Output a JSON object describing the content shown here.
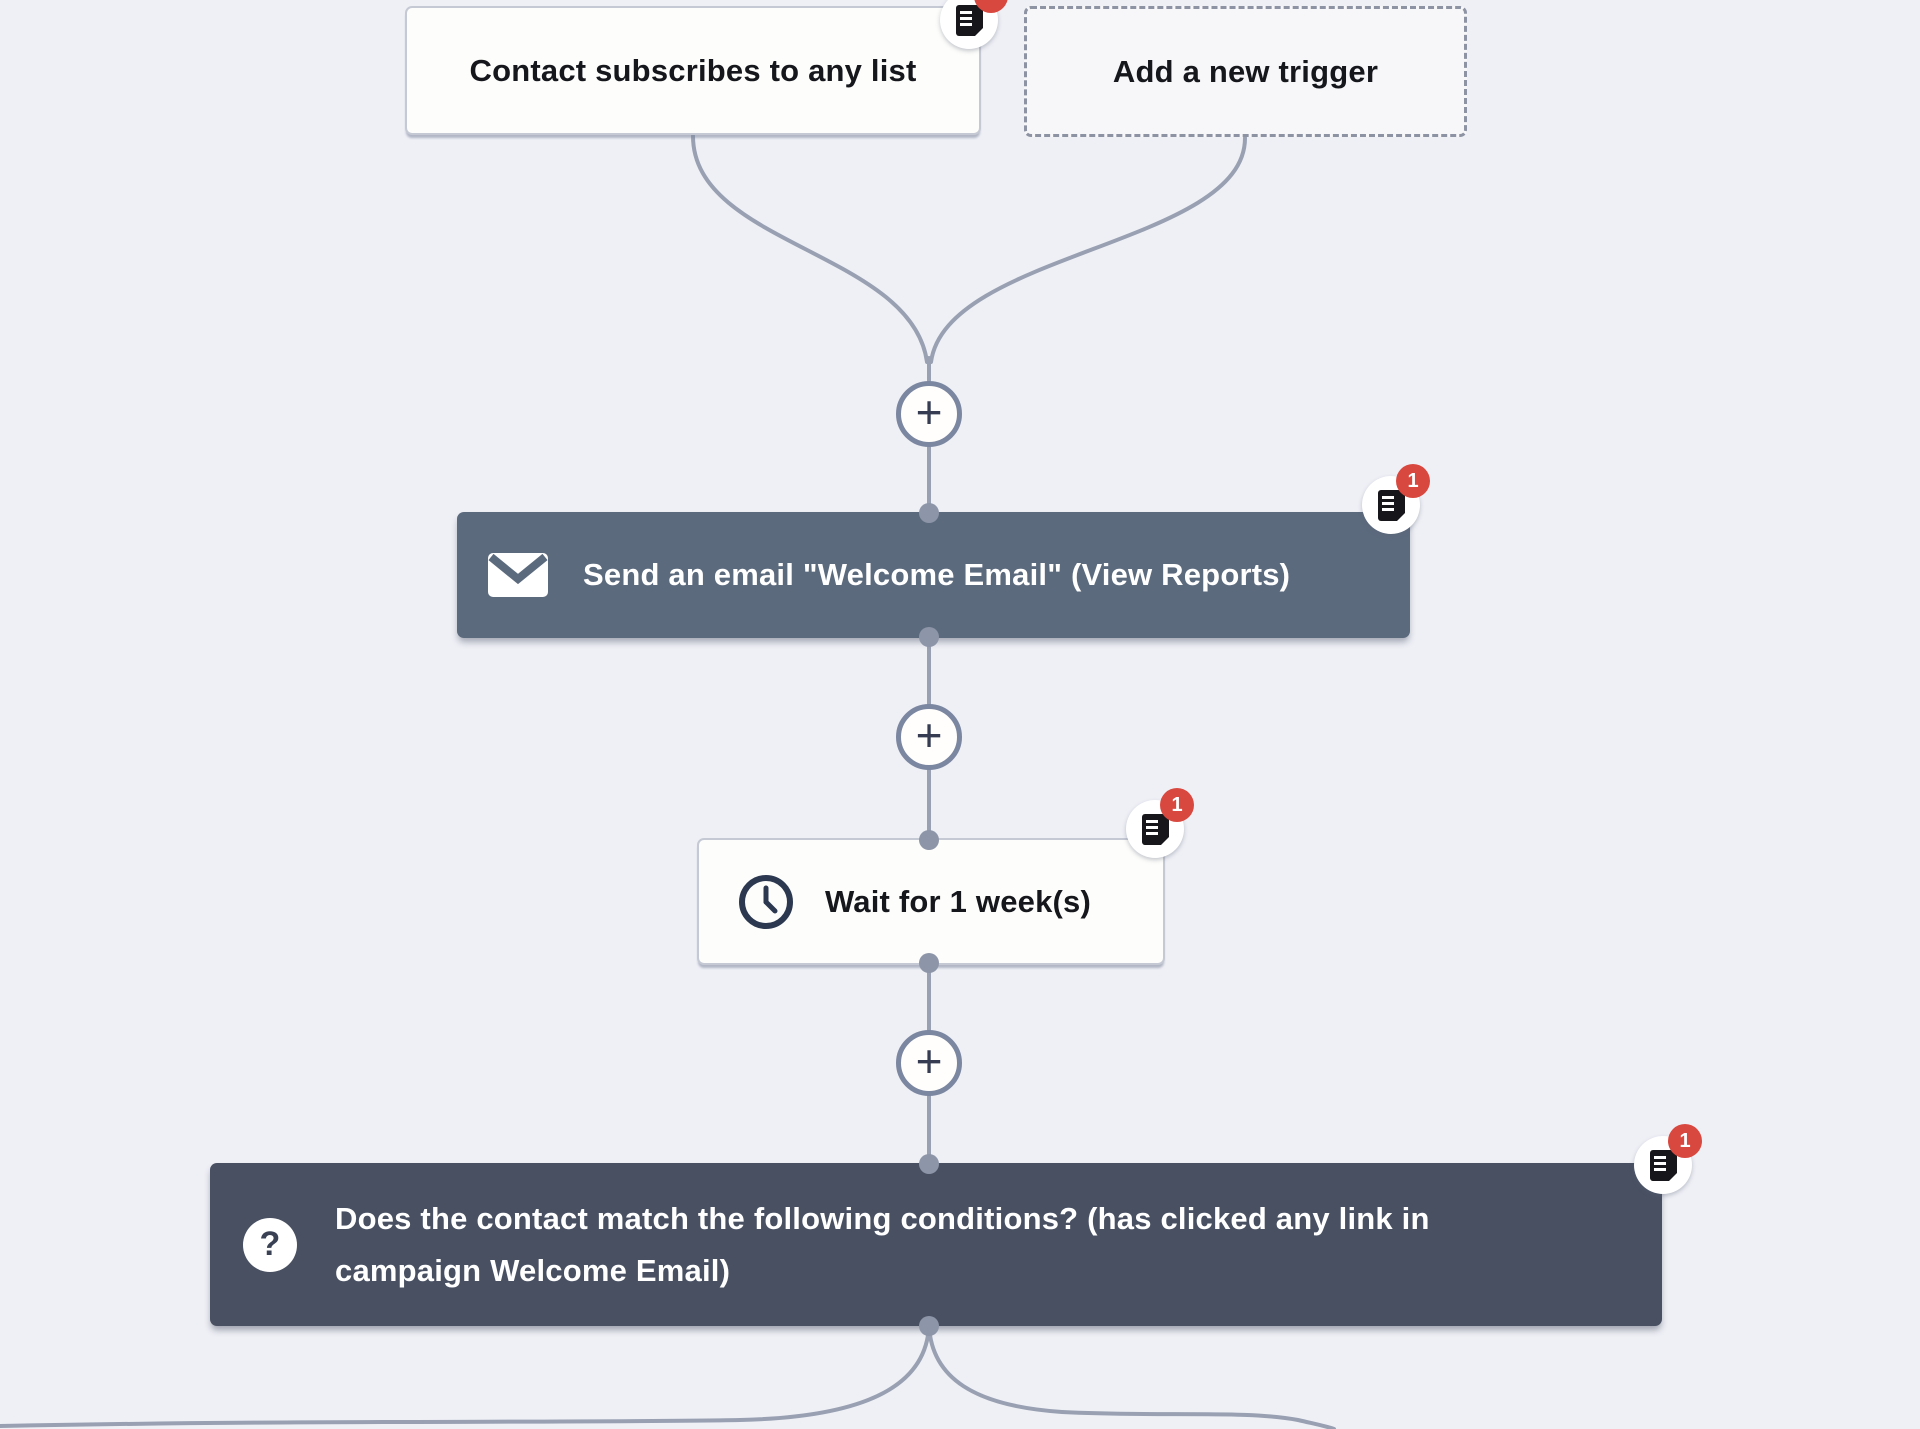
{
  "app": {
    "name": "automation-flow-builder",
    "view": "workflow-canvas"
  },
  "colors": {
    "canvas_background": "#eff0f6",
    "wire": "#98a0b2",
    "email_node": "#5c6a7e",
    "condition_node": "#485062",
    "badge_red": "#d8483f",
    "node_text_dark": "#15171d",
    "node_text_light": "#ffffff"
  },
  "triggers": [
    {
      "label": "Contact subscribes to any list",
      "type": "existing-trigger",
      "badge_partial": true
    },
    {
      "label": "Add a new trigger",
      "type": "add-new-trigger"
    }
  ],
  "ui": {
    "add_step_label": "+"
  },
  "nodes": [
    {
      "id": "send-email",
      "icon": "envelope-icon",
      "label": "Send an email \"Welcome Email\" (View Reports)",
      "badge_count": "1"
    },
    {
      "id": "wait",
      "icon": "clock-icon",
      "label": "Wait for 1 week(s)",
      "badge_count": "1"
    },
    {
      "id": "condition",
      "icon": "question-icon",
      "label": "Does the contact match the following conditions? (has clicked any link in\ncampaign Welcome Email)",
      "badge_count": "1"
    }
  ]
}
